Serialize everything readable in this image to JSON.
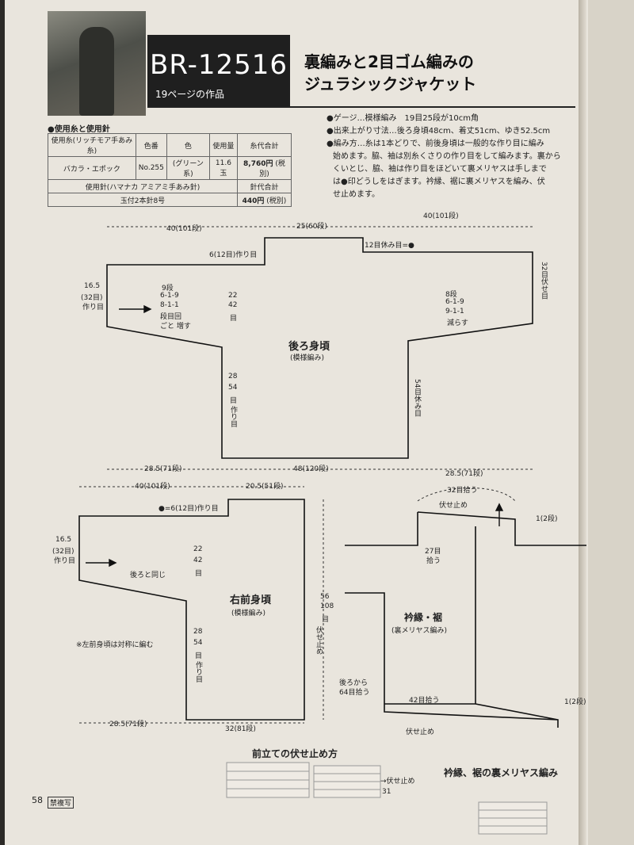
{
  "header": {
    "code": "BR-12516",
    "page_ref": "19ページの作品",
    "title_line1": "裏編みと2目ゴム編みの",
    "title_line2": "ジュラシックジャケット"
  },
  "materials": {
    "heading": "●使用糸と使用針",
    "cols": [
      "使用糸(リッチモア手あみ糸)",
      "色番",
      "色",
      "使用量",
      "糸代合計"
    ],
    "row": [
      "バカラ・エポック",
      "No.255",
      "(グリーン系)",
      "11.6玉",
      "8,760円"
    ],
    "tax1": "(税別)",
    "needle_head": "使用針(ハマナカ アミアミ手あみ針)",
    "needle_cost_head": "針代合計",
    "needle": "玉付2本針8号",
    "needle_cost": "440円",
    "tax2": "(税別)"
  },
  "specs": [
    "●ゲージ…模様編み　19目25段が10cm角",
    "●出来上がり寸法…後ろ身頃48cm、着丈51cm、ゆき52.5cm",
    "●編み方…糸は1本どりで、前後身頃は一般的な作り目に編み",
    "始めます。脇、袖は別糸くさりの作り目をして編みます。裏から",
    "くいとじ、脇、袖は作り目をほどいて裏メリヤスは手しまで",
    "は●印どうしをはぎます。衿縁、裾に裏メリヤスを編み、伏",
    "せ止めます。"
  ],
  "back": {
    "top_left": "40(101段)",
    "top_mid": "25(60段)",
    "top_right": "40(101段)",
    "neck": "6(12目)作り目",
    "rest": "12目休み目=●",
    "left_h1": "16.5",
    "left_h2": "(32目)",
    "left_h3": "作り目",
    "inc1": "9段",
    "inc2": "6-1-9",
    "inc3": "8-1-1",
    "inc4": "段目回",
    "inc5": "ごと 増す",
    "mid1": "22",
    "mid2": "42",
    "mid3": "目",
    "name": "後ろ身頃",
    "pattern": "(模様編み)",
    "dec1": "8段",
    "dec2": "6-1-9",
    "dec3": "9-1-1",
    "dec4": "減らす",
    "right_v": "32目伏せ目",
    "low1": "28",
    "low2": "54",
    "low3": "目",
    "low4": "作り目",
    "side": "54目休み目",
    "bot_left": "28.5(71段)",
    "bot_mid": "48(120段)",
    "bot_right": "28.5(71段)"
  },
  "front": {
    "top_left": "40(101段)",
    "top_right": "20.5(51段)",
    "neck": "●=6(12目)作り目",
    "left_h1": "16.5",
    "left_h2": "(32目)",
    "left_h3": "作り目",
    "same": "後ろと同じ",
    "mid1": "22",
    "mid2": "42",
    "mid3": "目",
    "name": "右前身頃",
    "pattern": "(模様編み)",
    "note": "※左前身頃は対称に編む",
    "low1": "28",
    "low2": "54",
    "low3": "目",
    "low4": "作り目",
    "h1": "56",
    "h2": "108",
    "h3": "目",
    "bindoff": "伏せ止め",
    "bot_left": "28.5(71段)",
    "bot_right": "32(81段)"
  },
  "collar": {
    "pick32": "32目拾う",
    "bindoff_top": "伏せ止め",
    "rows": "1(2段)",
    "pick27a": "27目",
    "pick27b": "拾う",
    "name": "衿縁・裾",
    "pattern": "(裏メリヤス編み)",
    "pick64a": "後ろから",
    "pick64b": "64目拾う",
    "pick42": "42目拾う",
    "bindoff_bot": "伏せ止め",
    "side_r": "1(2段)"
  },
  "bottom": {
    "title_left": "前立ての伏せ止め方",
    "arrow_label": "→伏せ止め",
    "num": "31",
    "title_right": "衿縁、裾の裏メリヤス編み",
    "page": "58",
    "badge": "禁複写"
  }
}
